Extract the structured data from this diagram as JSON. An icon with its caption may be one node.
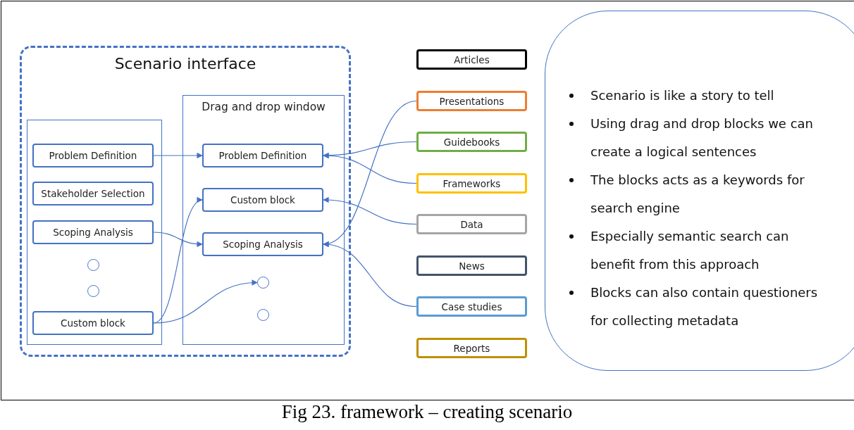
{
  "diagram": {
    "caption": "Fig 23. framework – creating scenario",
    "nodes": [
      {
        "text": [
          "Scenario interface"
        ]
      },
      {
        "text": [],
        "shape": "box",
        "in": 0
      },
      {
        "text": [
          "Problem Definition"
        ],
        "in": 1
      },
      {
        "text": [
          "Stakeholder Selection"
        ],
        "in": 1
      },
      {
        "text": [
          "Scoping Analysis"
        ],
        "in": 1
      },
      {
        "text": [],
        "shape": "circle",
        "in": 1
      },
      {
        "text": [],
        "shape": "circle",
        "in": 1
      },
      {
        "text": [
          "Custom block"
        ],
        "in": 1
      },
      {
        "text": [
          "Drag and drop window"
        ],
        "in": 0
      },
      {
        "text": [
          "Problem Definition"
        ],
        "in": 8
      },
      {
        "text": [
          "Custom block"
        ],
        "in": 8
      },
      {
        "text": [
          "Scoping Analysis"
        ],
        "in": 8
      },
      {
        "text": [],
        "shape": "circle",
        "in": 8
      },
      {
        "text": [],
        "shape": "circle",
        "in": 8
      },
      {
        "text": [
          "Articles"
        ]
      },
      {
        "text": [
          "Presentations"
        ]
      },
      {
        "text": [
          "Guidebooks"
        ]
      },
      {
        "text": [
          "Frameworks"
        ]
      },
      {
        "text": [
          "Data"
        ]
      },
      {
        "text": [
          "News"
        ]
      },
      {
        "text": [
          "Case studies"
        ]
      },
      {
        "text": [
          "Reports"
        ]
      },
      {
        "text": [
          "Scenario is like a story to tell",
          "Using drag and drop blocks we can create a logical sentences",
          "The blocks acts as a keywords for search engine",
          "Especially semantic search can benefit from this approach",
          "Blocks can also contain questioners for collecting metadata"
        ]
      }
    ],
    "edges": [
      {
        "from": 2,
        "to": 9,
        "arrow": "to"
      },
      {
        "from": 4,
        "to": 11,
        "arrow": "to"
      },
      {
        "from": 7,
        "to": 10,
        "arrow": "to"
      },
      {
        "from": 7,
        "to": 12,
        "arrow": "to"
      },
      {
        "from": 15,
        "to": 11,
        "arrow": "to"
      },
      {
        "from": 16,
        "to": 9,
        "arrow": "to"
      },
      {
        "from": 17,
        "to": 9,
        "arrow": "to"
      },
      {
        "from": 18,
        "to": 10,
        "arrow": "to"
      },
      {
        "from": 20,
        "to": 11,
        "arrow": "to"
      }
    ]
  }
}
